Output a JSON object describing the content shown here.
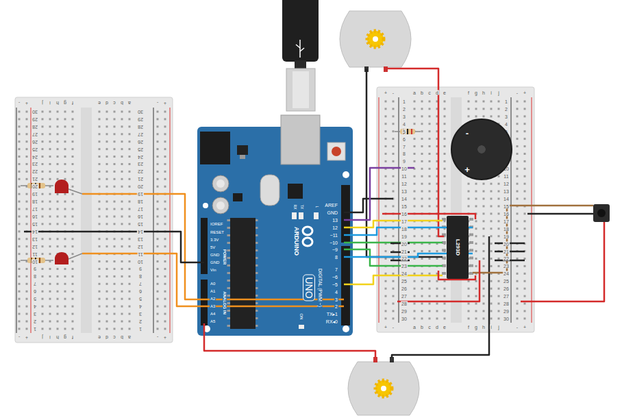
{
  "diagram": {
    "nodes": [
      {
        "text": [
          "-",
          "+",
          "j",
          "i",
          "h",
          "g",
          "f",
          "e",
          "d",
          "c",
          "b",
          "a",
          "-",
          "+",
          "30",
          "29",
          "28",
          "27",
          "26",
          "25",
          "24",
          "23",
          "22",
          "21",
          "20",
          "19",
          "18",
          "17",
          "16",
          "15",
          "14",
          "13",
          "12",
          "11",
          "10",
          "9",
          "8",
          "7",
          "6",
          "5",
          "4",
          "3",
          "2",
          "1",
          "30",
          "29",
          "28",
          "27",
          "26",
          "25",
          "24",
          "23",
          "22",
          "21",
          "20",
          "19",
          "18",
          "17",
          "16",
          "15",
          "14",
          "13",
          "12",
          "11",
          "10",
          "9",
          "8",
          "7",
          "6",
          "5",
          "4",
          "3",
          "2",
          "1",
          "-",
          "+",
          "j",
          "i",
          "h",
          "g",
          "f",
          "e",
          "d",
          "c",
          "b",
          "a",
          "-",
          "+"
        ]
      },
      {
        "text": [
          "AREF",
          "GND",
          "13",
          "12",
          "~11",
          "~10",
          "~9",
          "8",
          "7",
          "~6",
          "~5",
          "4",
          "3",
          "2",
          "TX▸1",
          "RX◂0",
          "DIGITAL (PWM ~)",
          "ARDUINO",
          "UNO",
          "IOREF",
          "RESET",
          "3.3V",
          "5V",
          "GND",
          "GND",
          "Vin",
          "POWER",
          "A0",
          "A1",
          "A2",
          "A3",
          "A4",
          "A5",
          "ANALOG IN",
          "ON",
          "RX",
          "TX",
          "L"
        ]
      },
      {
        "text": [
          "+",
          "-",
          "a",
          "b",
          "c",
          "d",
          "e",
          "f",
          "g",
          "h",
          "i",
          "j",
          "-",
          "+",
          "1",
          "2",
          "3",
          "4",
          "5",
          "6",
          "7",
          "8",
          "9",
          "10",
          "11",
          "12",
          "13",
          "14",
          "15",
          "16",
          "17",
          "18",
          "19",
          "20",
          "21",
          "22",
          "23",
          "24",
          "25",
          "26",
          "27",
          "28",
          "29",
          "30",
          "1",
          "2",
          "3",
          "4",
          "5",
          "6",
          "7",
          "8",
          "9",
          "10",
          "11",
          "12",
          "13",
          "14",
          "15",
          "16",
          "17",
          "18",
          "19",
          "20",
          "21",
          "22",
          "23",
          "24",
          "25",
          "26",
          "27",
          "28",
          "29",
          "30",
          "+",
          "-",
          "a",
          "b",
          "c",
          "d",
          "e",
          "f",
          "g",
          "h",
          "i",
          "j",
          "-",
          "+"
        ]
      },
      {
        "text": [
          "-",
          "+"
        ],
        "in": 2
      },
      {
        "text": [
          "L293D"
        ],
        "in": 2
      }
    ]
  }
}
